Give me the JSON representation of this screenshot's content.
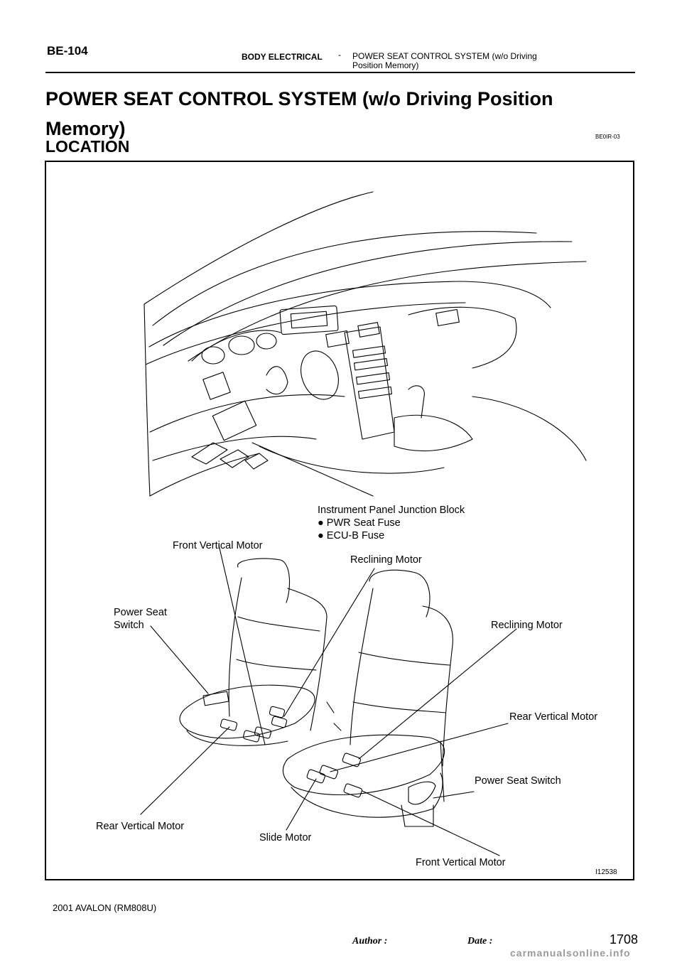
{
  "header": {
    "code": "BE-104",
    "section": "BODY ELECTRICAL",
    "dash": "-",
    "title": "POWER SEAT CONTROL SYSTEM (w/o Driving Position Memory)"
  },
  "page_title": "POWER SEAT CONTROL SYSTEM (w/o Driving Position Memory)",
  "ref_code": "BE0IR-03",
  "section_heading": "LOCATION",
  "figure": {
    "id": "I12538",
    "labels": {
      "junction_block": "Instrument Panel Junction Block",
      "pwr_seat_fuse": "PWR Seat Fuse",
      "ecu_b_fuse": "ECU-B Fuse",
      "bullet": "●",
      "front_vertical_motor_top": "Front Vertical Motor",
      "reclining_motor_left": "Reclining Motor",
      "power_seat_switch_left_1": "Power Seat",
      "power_seat_switch_left_2": "Switch",
      "reclining_motor_right": "Reclining Motor",
      "rear_vertical_motor_right": "Rear Vertical Motor",
      "power_seat_switch_right": "Power Seat Switch",
      "rear_vertical_motor_left": "Rear Vertical Motor",
      "slide_motor": "Slide Motor",
      "front_vertical_motor_bottom": "Front Vertical Motor"
    }
  },
  "footer": {
    "model": "2001 AVALON   (RM808U)",
    "author": "Author :",
    "date": "Date :",
    "page": "1708",
    "watermark": "carmanualsonline.info"
  }
}
